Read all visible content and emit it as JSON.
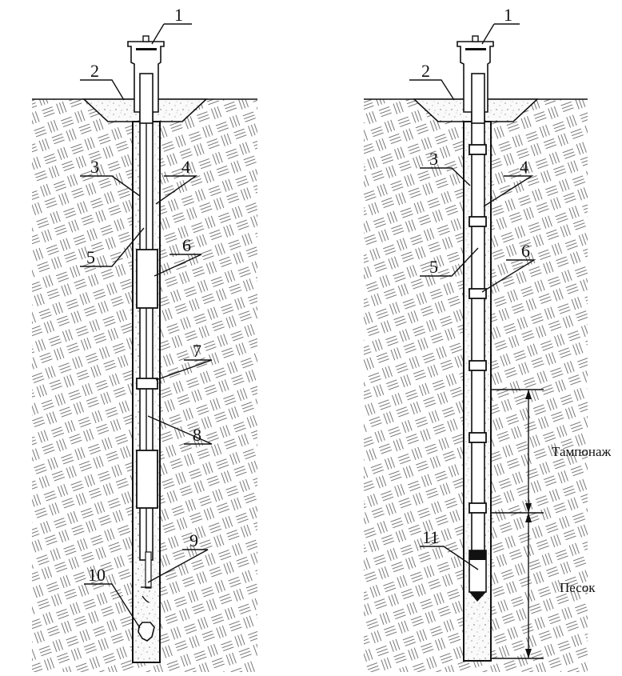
{
  "left_well": {
    "labels": [
      "1",
      "2",
      "3",
      "4",
      "5",
      "6",
      "7",
      "8",
      "9",
      "10"
    ]
  },
  "right_well": {
    "labels": [
      "1",
      "2",
      "3",
      "4",
      "5",
      "6",
      "11"
    ],
    "zones": {
      "upper": "Тампонаж",
      "lower": "Песок"
    }
  }
}
